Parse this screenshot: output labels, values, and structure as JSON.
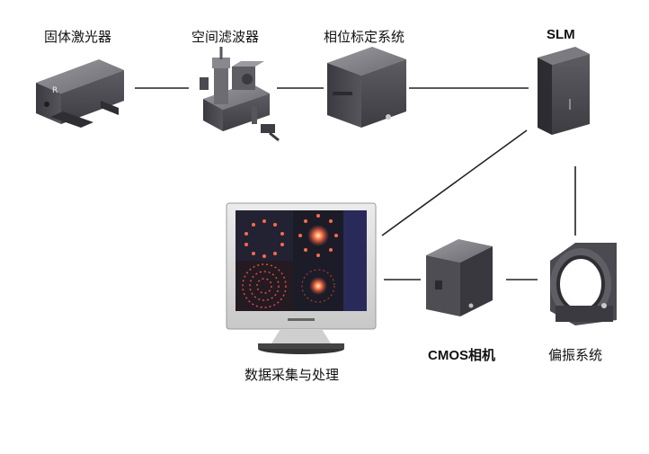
{
  "diagram": {
    "labels": {
      "laser": "固体激光器",
      "spatial_filter": "空间滤波器",
      "phase_calibration": "相位标定系统",
      "slm": "SLM",
      "cmos": "CMOS相机",
      "polarization": "偏振系统",
      "data_processing": "数据采集与处理"
    },
    "colors": {
      "device_dark": "#3b3b3f",
      "device_mid": "#5a5a60",
      "device_light": "#8a8a90",
      "connector": "#222222",
      "screen_bg": "#2a2a5a",
      "spot_red": "#e04a3a",
      "monitor_frame": "#d6d6d6"
    }
  }
}
